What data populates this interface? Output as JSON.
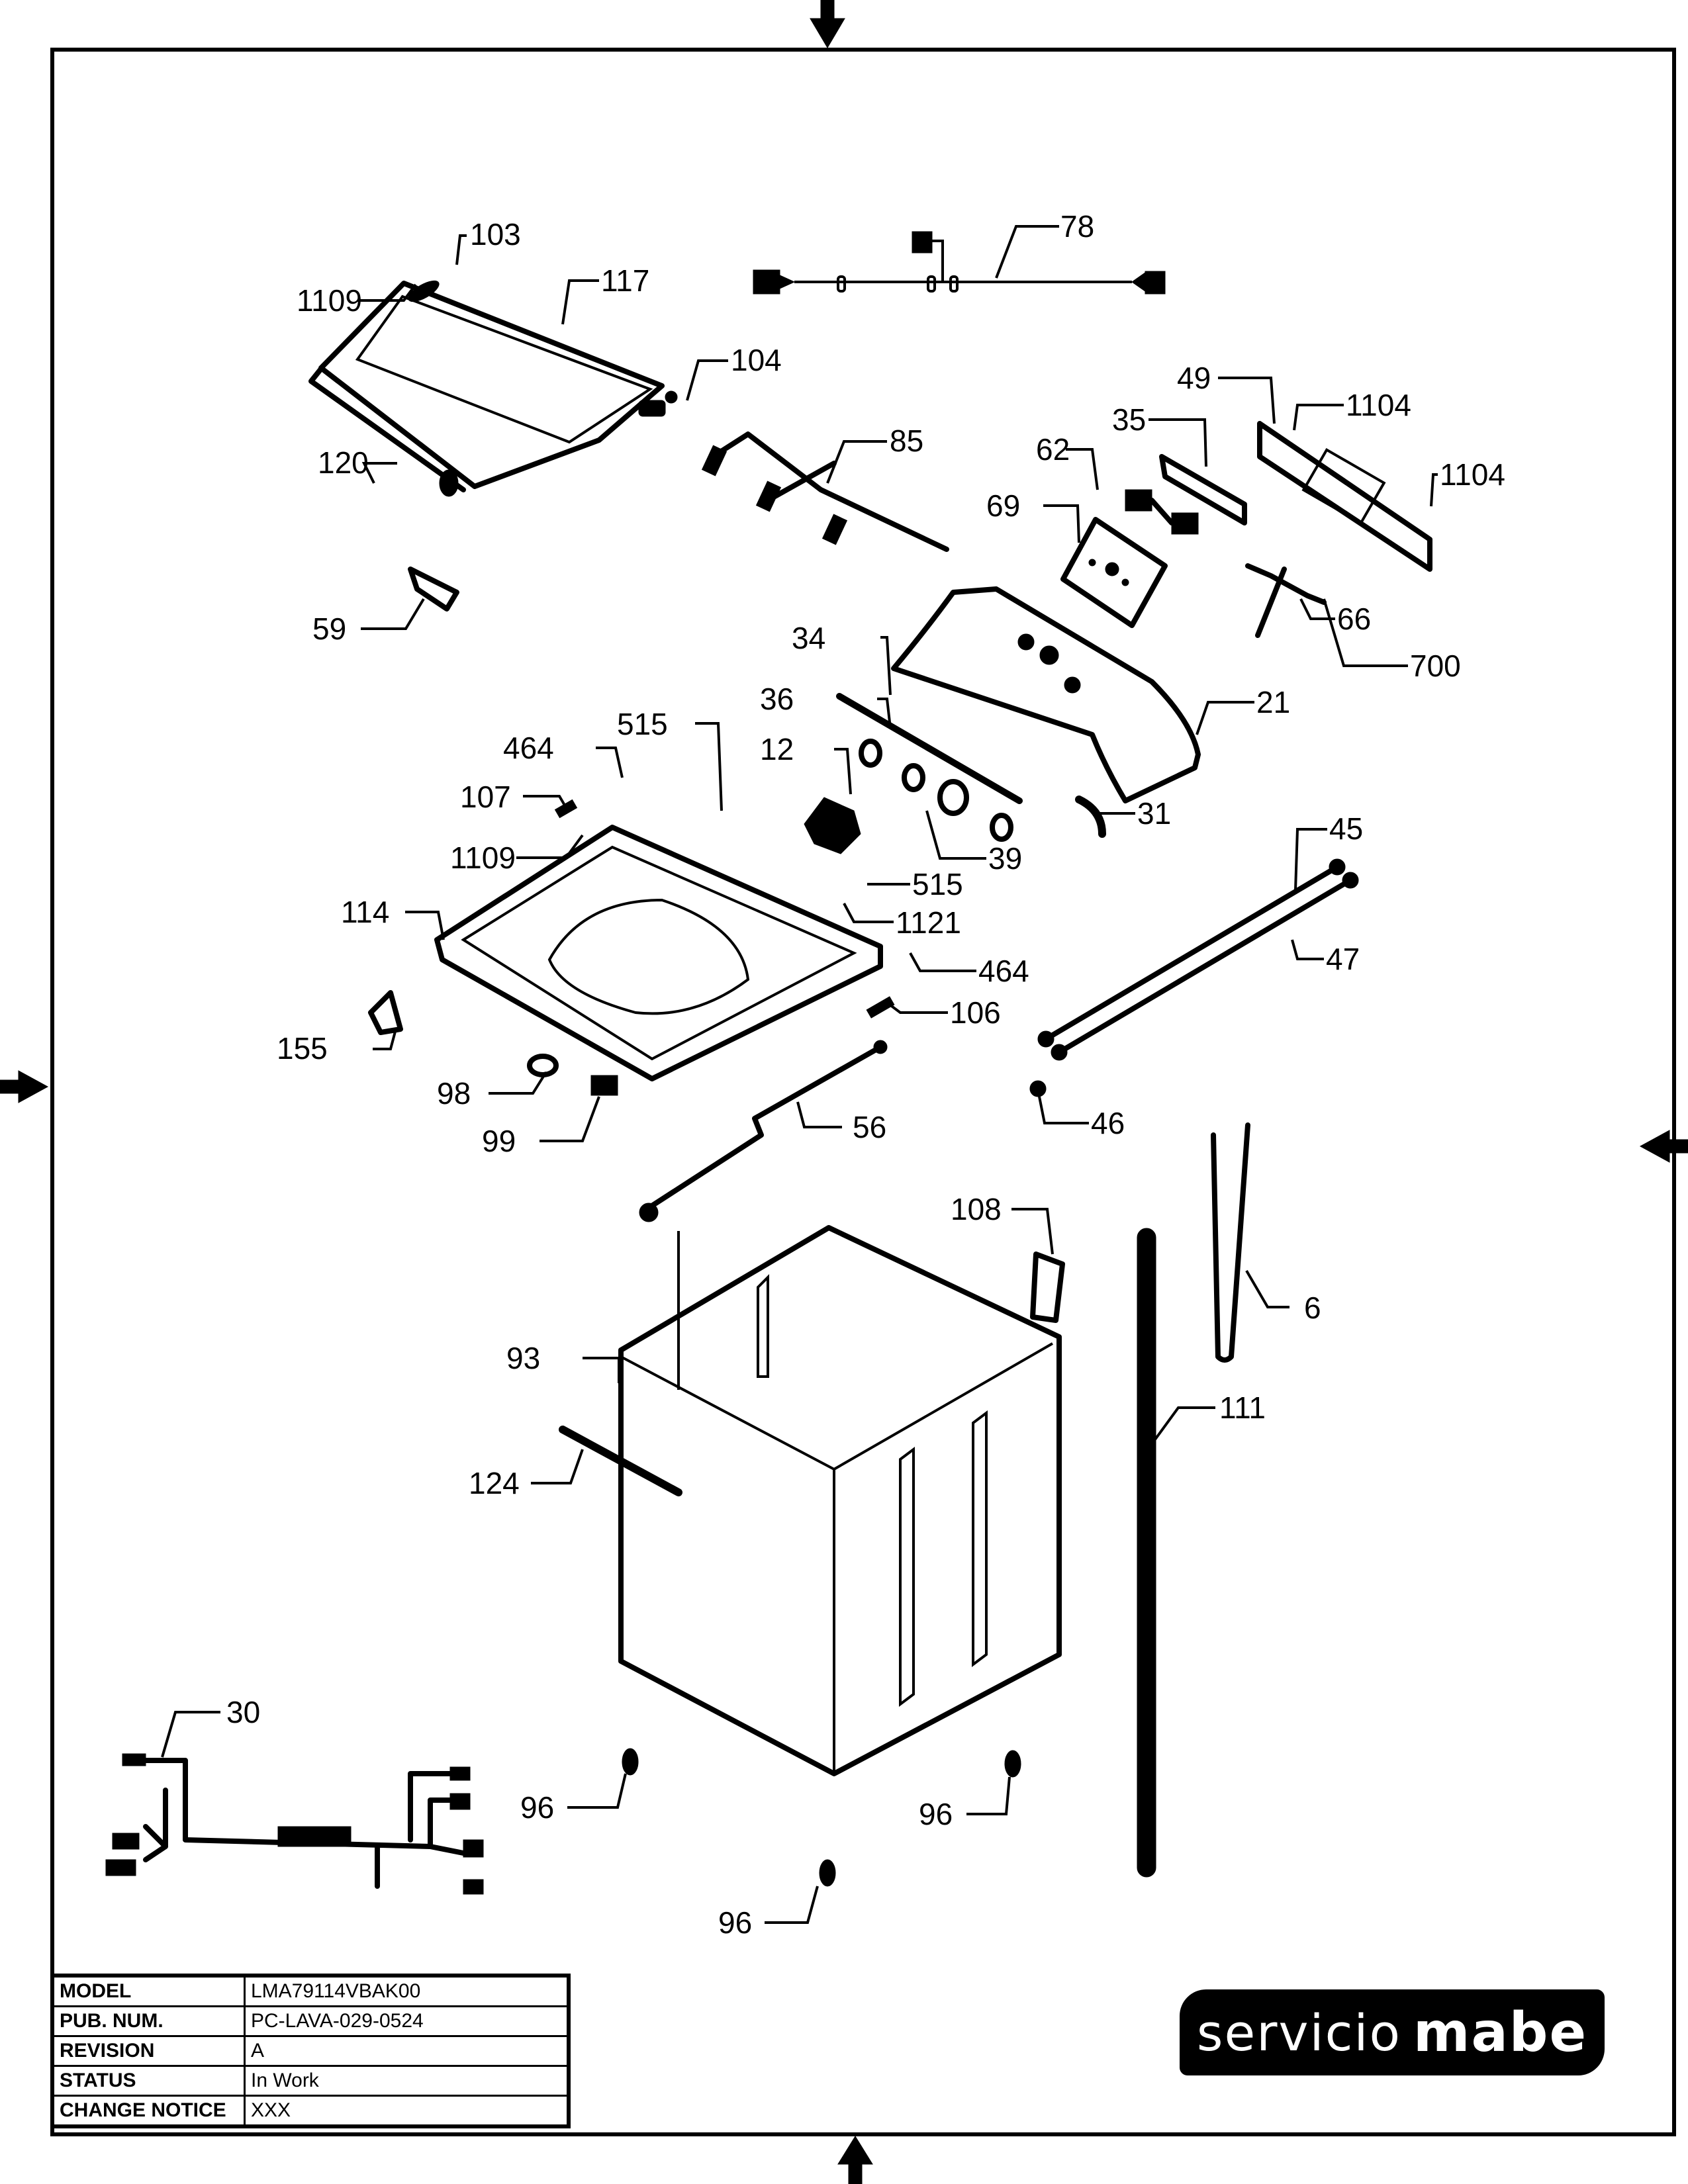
{
  "sheet": {
    "title_block": [
      {
        "key": "MODEL",
        "value": "LMA79114VBAK00"
      },
      {
        "key": "PUB. NUM.",
        "value": "PC-LAVA-029-0524"
      },
      {
        "key": "REVISION",
        "value": "A"
      },
      {
        "key": "STATUS",
        "value": "In Work"
      },
      {
        "key": "CHANGE NOTICE",
        "value": "XXX"
      }
    ],
    "logo": {
      "light": "servicio",
      "bold": "mabe"
    },
    "margin_arrows": [
      "arrow-top",
      "arrow-bottom",
      "arrow-left",
      "arrow-right"
    ]
  },
  "callouts": [
    {
      "id": "c103",
      "text": "103",
      "part": "lid-bumper"
    },
    {
      "id": "c1109a",
      "text": "1109",
      "part": "screw"
    },
    {
      "id": "c117",
      "text": "117",
      "part": "glass-lid-assembly"
    },
    {
      "id": "c104",
      "text": "104",
      "part": "lid-hinge"
    },
    {
      "id": "c120",
      "text": "120",
      "part": "lid-bumper-front"
    },
    {
      "id": "c59",
      "text": "59",
      "part": "lid-lock"
    },
    {
      "id": "c78",
      "text": "78",
      "part": "power-cord-harness"
    },
    {
      "id": "c85",
      "text": "85",
      "part": "wire-harness-top"
    },
    {
      "id": "c49",
      "text": "49",
      "part": "control-panel-overlay"
    },
    {
      "id": "c1104a",
      "text": "1104",
      "part": "screw"
    },
    {
      "id": "c1104b",
      "text": "1104",
      "part": "screw"
    },
    {
      "id": "c35",
      "text": "35",
      "part": "display-lens"
    },
    {
      "id": "c62",
      "text": "62",
      "part": "switch"
    },
    {
      "id": "c69",
      "text": "69",
      "part": "control-board"
    },
    {
      "id": "c66",
      "text": "66",
      "part": "wire-harness-panel"
    },
    {
      "id": "c700",
      "text": "700",
      "part": "harness-clip"
    },
    {
      "id": "c34",
      "text": "34",
      "part": "backsplash-trim"
    },
    {
      "id": "c36",
      "text": "36",
      "part": "grommet"
    },
    {
      "id": "c21",
      "text": "21",
      "part": "backsplash"
    },
    {
      "id": "c515a",
      "text": "515",
      "part": "screw"
    },
    {
      "id": "c464a",
      "text": "464",
      "part": "clip"
    },
    {
      "id": "c12",
      "text": "12",
      "part": "water-valve"
    },
    {
      "id": "c107",
      "text": "107",
      "part": "hinge-bracket"
    },
    {
      "id": "c1109b",
      "text": "1109",
      "part": "screw"
    },
    {
      "id": "c31",
      "text": "31",
      "part": "hose-elbow"
    },
    {
      "id": "c39",
      "text": "39",
      "part": "knob"
    },
    {
      "id": "c515b",
      "text": "515",
      "part": "screw"
    },
    {
      "id": "c1121",
      "text": "1121",
      "part": "screw"
    },
    {
      "id": "c114",
      "text": "114",
      "part": "top-cover"
    },
    {
      "id": "c464b",
      "text": "464",
      "part": "clip"
    },
    {
      "id": "c45",
      "text": "45",
      "part": "inlet-hose"
    },
    {
      "id": "c47",
      "text": "47",
      "part": "inlet-hose"
    },
    {
      "id": "c106",
      "text": "106",
      "part": "lid-switch"
    },
    {
      "id": "c155",
      "text": "155",
      "part": "bracket"
    },
    {
      "id": "c98",
      "text": "98",
      "part": "lock-cover"
    },
    {
      "id": "c99",
      "text": "99",
      "part": "lock-actuator"
    },
    {
      "id": "c46",
      "text": "46",
      "part": "washer"
    },
    {
      "id": "c56",
      "text": "56",
      "part": "fill-hose-assembly"
    },
    {
      "id": "c108",
      "text": "108",
      "part": "bracket-corner"
    },
    {
      "id": "c6",
      "text": "6",
      "part": "pressure-hose"
    },
    {
      "id": "c93",
      "text": "93",
      "part": "cabinet"
    },
    {
      "id": "c111",
      "text": "111",
      "part": "drain-hose"
    },
    {
      "id": "c124",
      "text": "124",
      "part": "handle-strip"
    },
    {
      "id": "c30",
      "text": "30",
      "part": "main-harness"
    },
    {
      "id": "c96a",
      "text": "96",
      "part": "leveling-foot"
    },
    {
      "id": "c96b",
      "text": "96",
      "part": "leveling-foot"
    },
    {
      "id": "c96c",
      "text": "96",
      "part": "leveling-foot"
    }
  ]
}
